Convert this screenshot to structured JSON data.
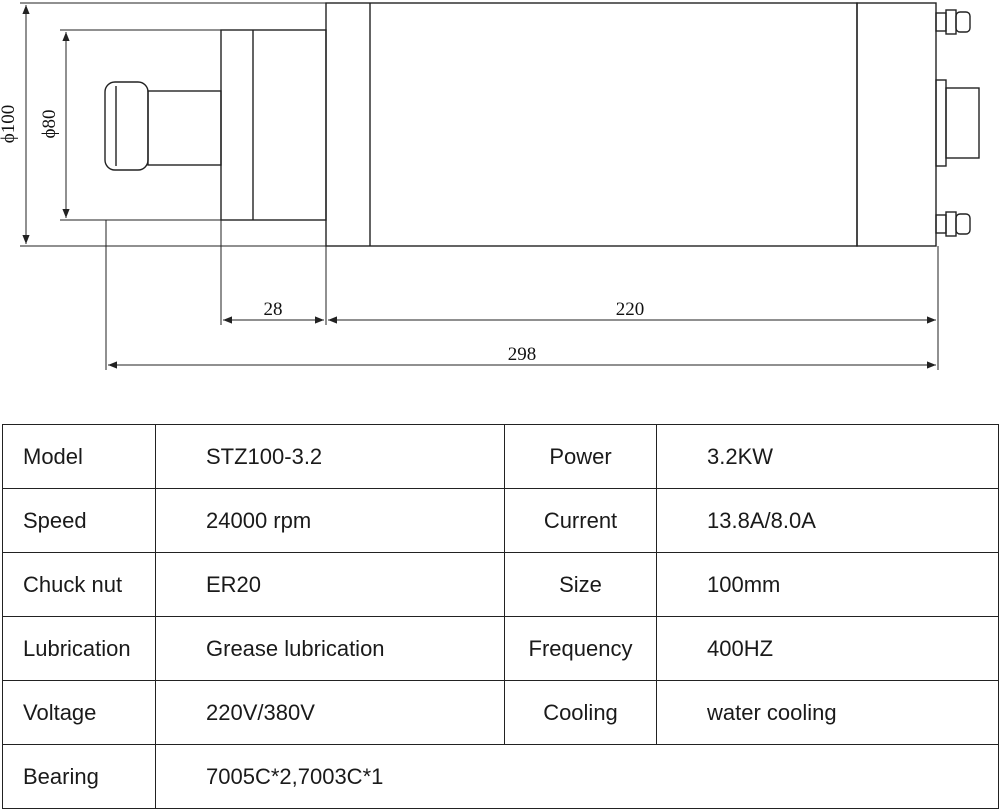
{
  "dimensions": {
    "outer_diameter": "ϕ100",
    "flange_diameter": "ϕ80",
    "nose_length": "28",
    "body_length": "220",
    "total_length": "298"
  },
  "specs": [
    {
      "label1": "Model",
      "value1": "STZ100-3.2",
      "label2": "Power",
      "value2": "3.2KW"
    },
    {
      "label1": "Speed",
      "value1": "24000 rpm",
      "label2": "Current",
      "value2": "13.8A/8.0A"
    },
    {
      "label1": "Chuck nut",
      "value1": "ER20",
      "label2": "Size",
      "value2": "100mm"
    },
    {
      "label1": "Lubrication",
      "value1": "Grease lubrication",
      "label2": "Frequency",
      "value2": "400HZ"
    },
    {
      "label1": "Voltage",
      "value1": "220V/380V",
      "label2": "Cooling",
      "value2": "water cooling"
    },
    {
      "label1": "Bearing",
      "value1": "7005C*2,7003C*1"
    }
  ]
}
